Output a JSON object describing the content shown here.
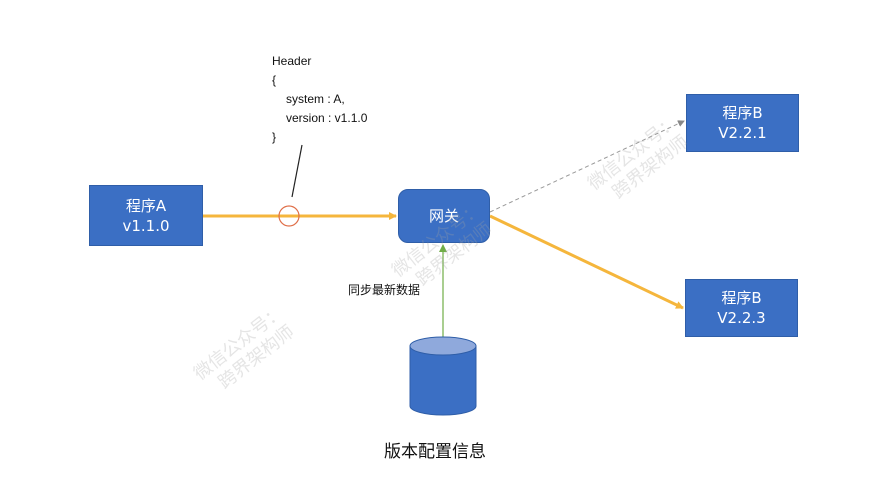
{
  "nodes": {
    "program_a": {
      "name": "程序A",
      "version": "v1.1.0"
    },
    "gateway": {
      "name": "网关"
    },
    "program_b_old": {
      "name": "程序B",
      "version": "V2.2.1"
    },
    "program_b_new": {
      "name": "程序B",
      "version": "V2.2.3"
    },
    "config_db": {
      "label": "版本配置信息"
    }
  },
  "header_note": {
    "title": "Header",
    "open_brace": "{",
    "line1": "system : A,",
    "line2": "version : v1.1.0",
    "close_brace": "}"
  },
  "edges": {
    "sync_label": "同步最新数据"
  },
  "colors": {
    "box_fill": "#3b6fc4",
    "active_arrow": "#f5b63c",
    "inactive_arrow": "#999999",
    "sync_arrow": "#70ad47",
    "marker_circle": "#e0704a"
  },
  "watermark": {
    "line1": "微信公众号：",
    "line2": "跨界架构师"
  }
}
